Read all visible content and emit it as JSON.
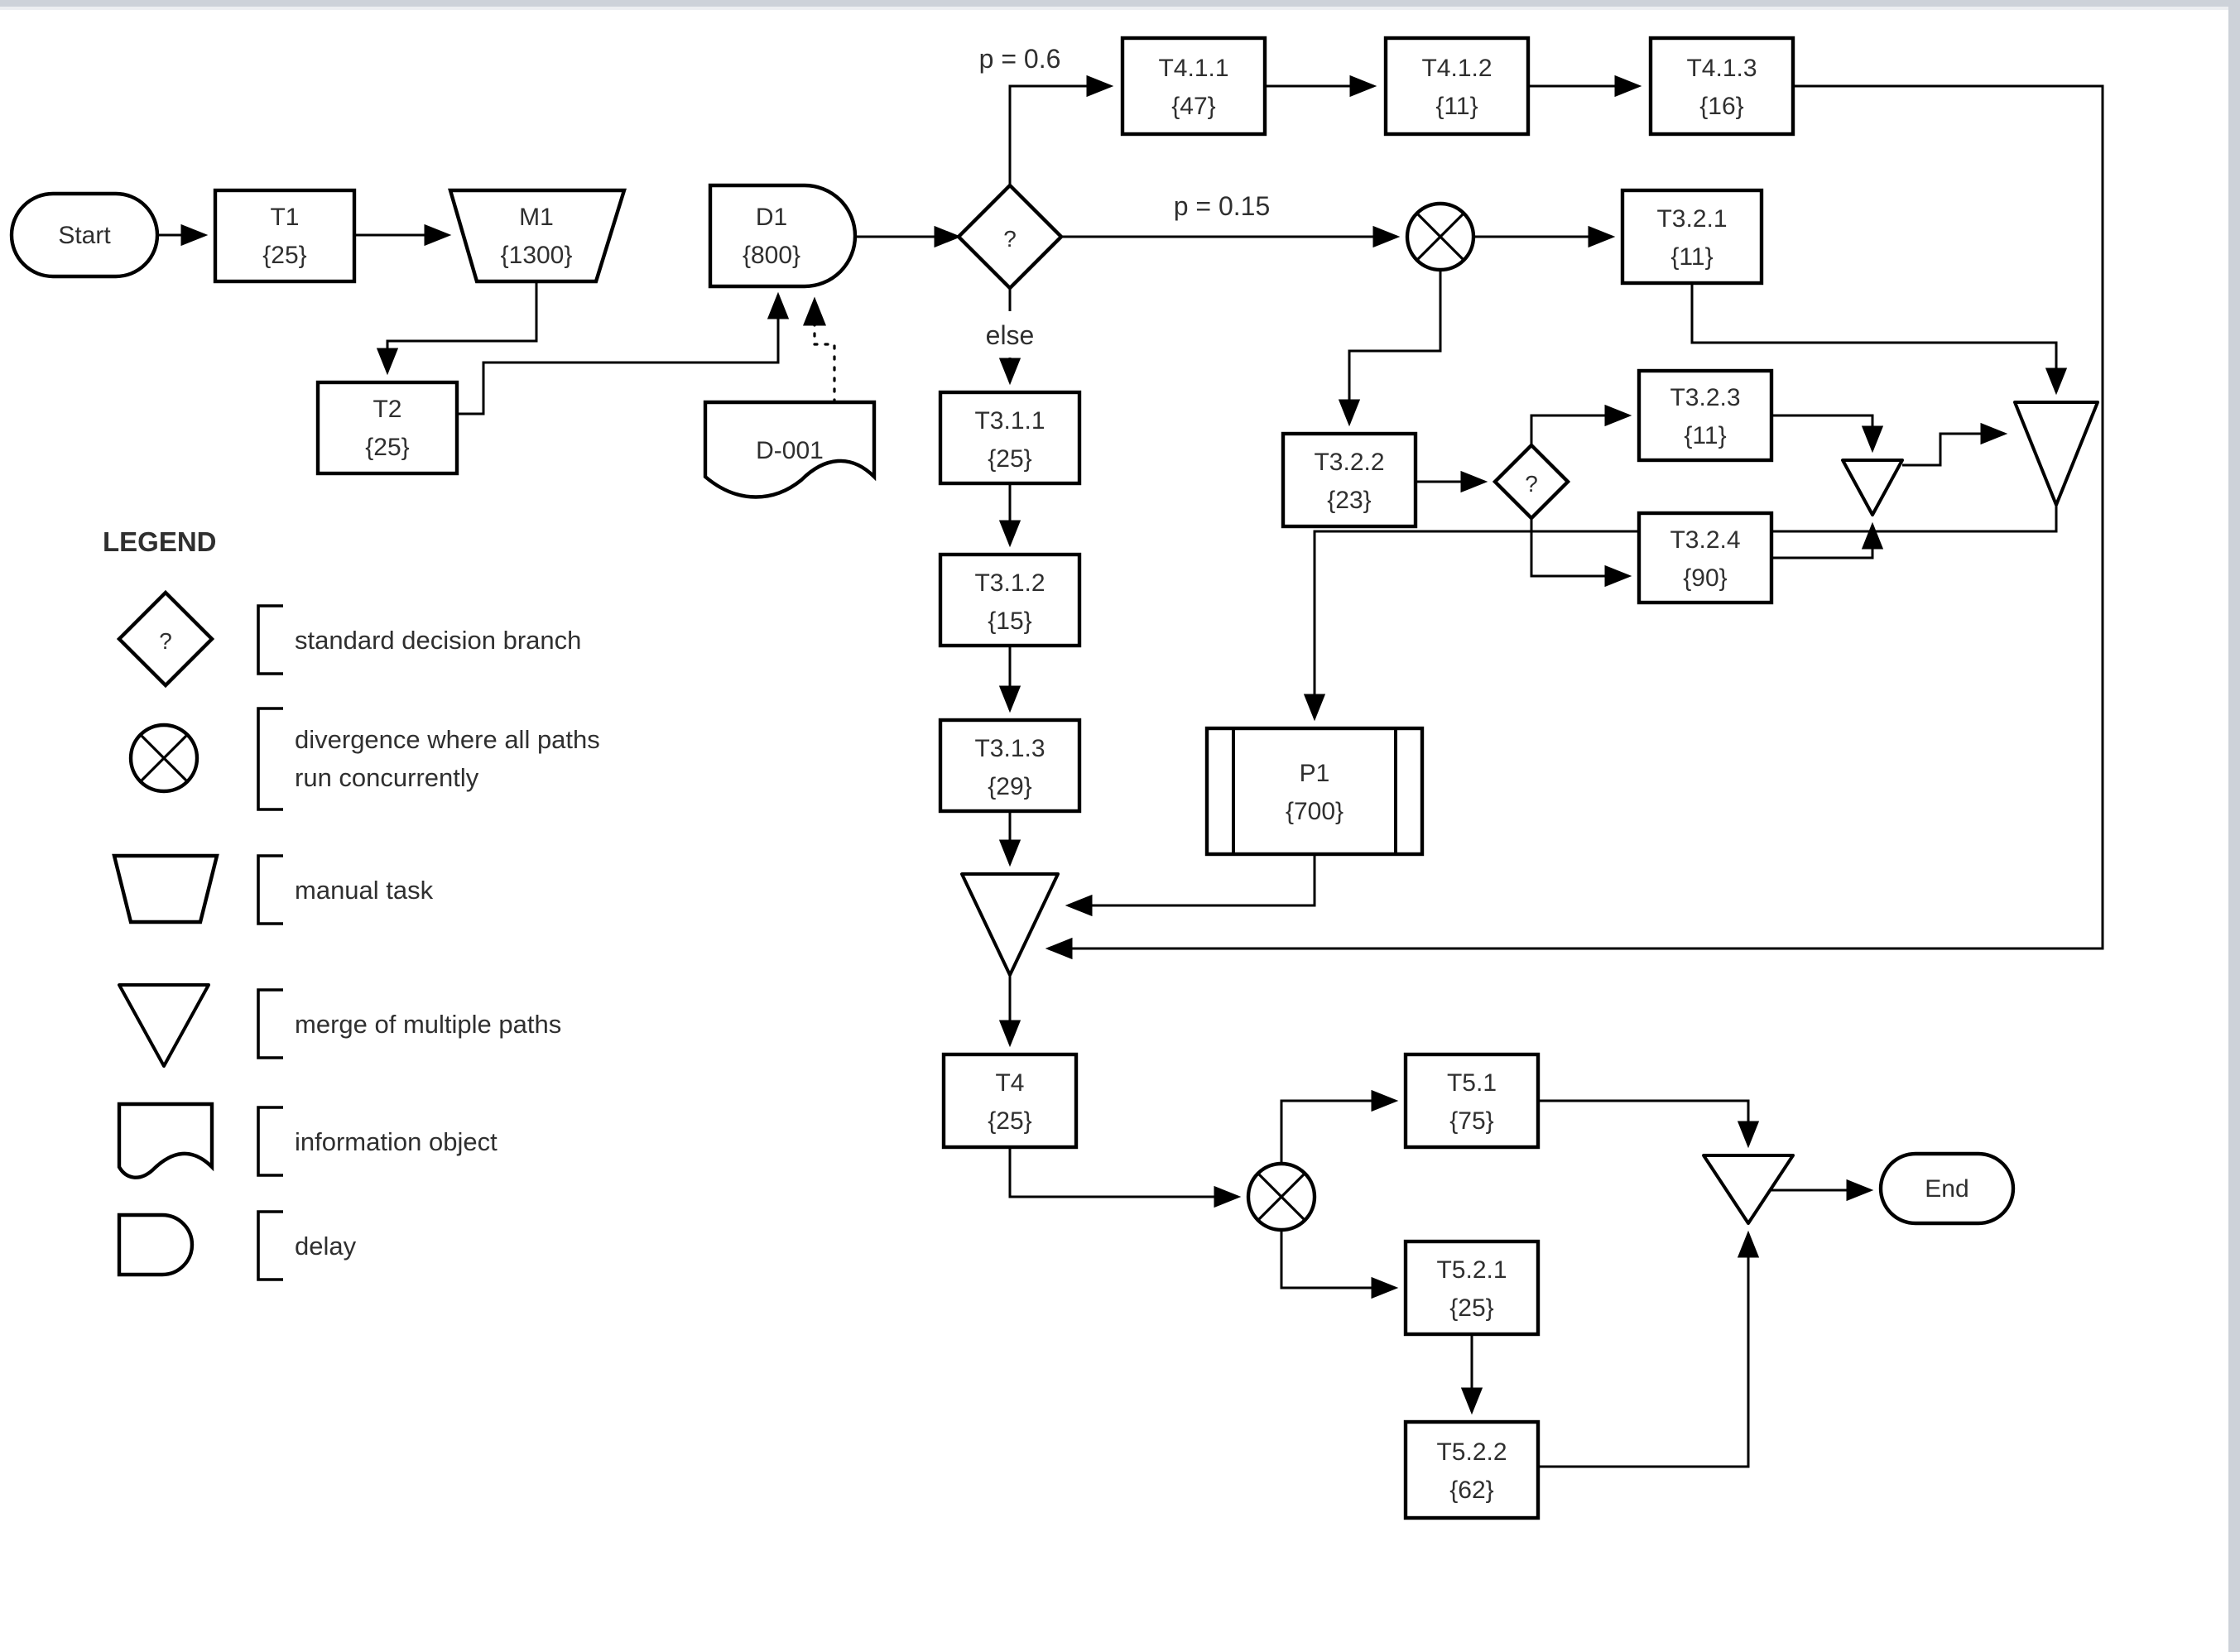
{
  "colors": {
    "canvas": "#ffffff",
    "top_bar": "#cdd2d9",
    "top_bar_edge": "#eceef1",
    "scrollbar_track": "#cdd2d9",
    "line": "#000000",
    "text": "#2f2f2f"
  },
  "edge_labels": {
    "p06": "p = 0.6",
    "p015": "p = 0.15",
    "else_label": "else"
  },
  "nodes": {
    "start": {
      "label": "Start"
    },
    "t1": {
      "label": "T1",
      "value": "{25}"
    },
    "m1": {
      "label": "M1",
      "value": "{1300}"
    },
    "t2": {
      "label": "T2",
      "value": "{25}"
    },
    "d1": {
      "label": "D1",
      "value": "{800}"
    },
    "d001": {
      "label": "D-001"
    },
    "dec1": {
      "label": "?"
    },
    "t411": {
      "label": "T4.1.1",
      "value": "{47}"
    },
    "t412": {
      "label": "T4.1.2",
      "value": "{11}"
    },
    "t413": {
      "label": "T4.1.3",
      "value": "{16}"
    },
    "t321": {
      "label": "T3.2.1",
      "value": "{11}"
    },
    "t322": {
      "label": "T3.2.2",
      "value": "{23}"
    },
    "dec2": {
      "label": "?"
    },
    "t323": {
      "label": "T3.2.3",
      "value": "{11}"
    },
    "t324": {
      "label": "T3.2.4",
      "value": "{90}"
    },
    "t311": {
      "label": "T3.1.1",
      "value": "{25}"
    },
    "t312": {
      "label": "T3.1.2",
      "value": "{15}"
    },
    "t313": {
      "label": "T3.1.3",
      "value": "{29}"
    },
    "p1": {
      "label": "P1",
      "value": "{700}"
    },
    "t4": {
      "label": "T4",
      "value": "{25}"
    },
    "t51": {
      "label": "T5.1",
      "value": "{75}"
    },
    "t521": {
      "label": "T5.2.1",
      "value": "{25}"
    },
    "t522": {
      "label": "T5.2.2",
      "value": "{62}"
    },
    "end": {
      "label": "End"
    }
  },
  "legend": {
    "title": "LEGEND",
    "items": [
      {
        "label": "standard decision branch"
      },
      {
        "label": "divergence where all paths",
        "label2": "run concurrently"
      },
      {
        "label": "manual task"
      },
      {
        "label": "merge of multiple paths"
      },
      {
        "label": "information object"
      },
      {
        "label": "delay"
      }
    ]
  }
}
